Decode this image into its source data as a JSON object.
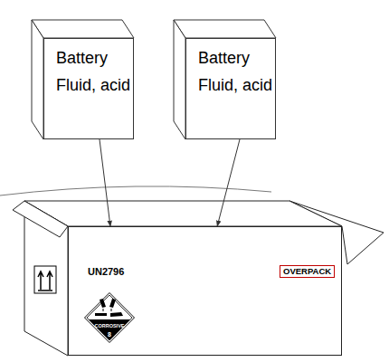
{
  "diagram": {
    "nodes": [
      {
        "text": [
          "Battery Fluid, acid"
        ]
      },
      {
        "text": [
          "Battery Fluid, acid"
        ]
      },
      {
        "text": [
          "UN2796"
        ]
      },
      {
        "text": [
          "OVERPACK"
        ],
        "in": 2
      },
      {
        "text": [
          "CORROSIVE",
          "8"
        ],
        "in": 2
      }
    ],
    "edges": [
      {
        "from": 0,
        "to": 2,
        "arrow": "to"
      },
      {
        "from": 1,
        "to": 2,
        "arrow": "to"
      }
    ]
  }
}
